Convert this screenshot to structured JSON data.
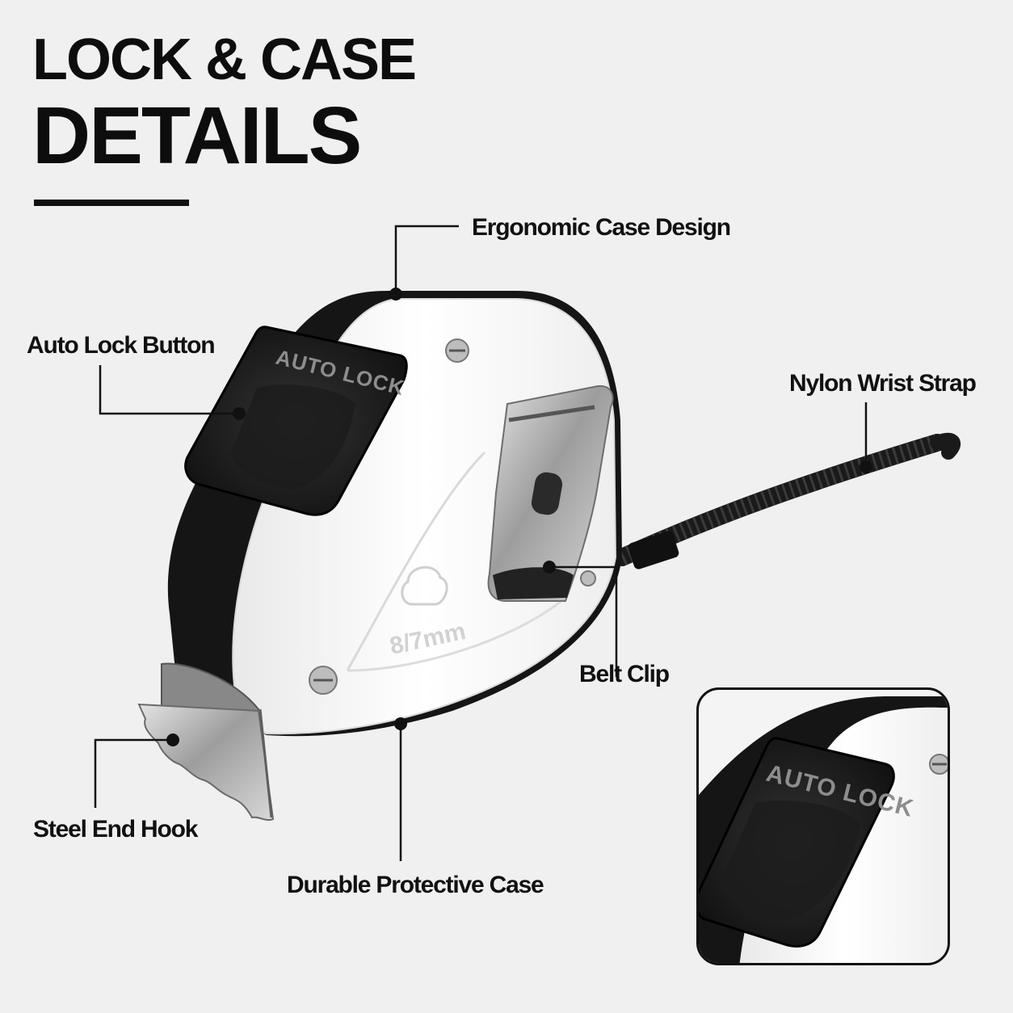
{
  "title": {
    "line1": "LOCK & CASE",
    "line2": "DETAILS"
  },
  "callouts": {
    "ergonomic_case": "Ergonomic Case Design",
    "auto_lock_button": "Auto Lock Button",
    "nylon_wrist_strap": "Nylon Wrist Strap",
    "belt_clip": "Belt Clip",
    "steel_end_hook": "Steel End Hook",
    "durable_case": "Durable Protective Case"
  },
  "product_markings": {
    "lock_text": "AUTO LOCK",
    "blade_size": "8/7mm"
  },
  "colors": {
    "background": "#f0f0f0",
    "case_white": "#fbfbfb",
    "rubber_black": "#151515",
    "steel": "#b9b9b9",
    "text": "#111111"
  }
}
